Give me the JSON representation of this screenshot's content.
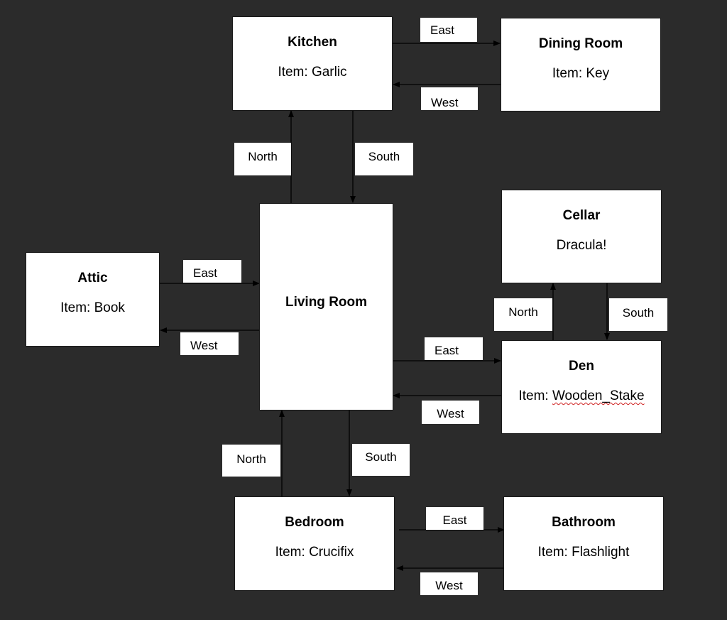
{
  "rooms": {
    "kitchen": {
      "title": "Kitchen",
      "item": "Item: Garlic"
    },
    "dining": {
      "title": "Dining Room",
      "item": "Item: Key"
    },
    "cellar": {
      "title": "Cellar",
      "item": "Dracula!"
    },
    "attic": {
      "title": "Attic",
      "item": "Item: Book"
    },
    "living": {
      "title": "Living Room"
    },
    "den": {
      "title": "Den",
      "item_prefix": "Item: ",
      "item_name": "Wooden_Stake"
    },
    "bedroom": {
      "title": "Bedroom",
      "item": "Item: Crucifix"
    },
    "bathroom": {
      "title": "Bathroom",
      "item": "Item: Flashlight"
    }
  },
  "labels": {
    "kitchen_dining_east": "East",
    "dining_kitchen_west": "West",
    "living_kitchen_north": "North",
    "kitchen_living_south": "South",
    "attic_living_east": "East",
    "living_attic_west": "West",
    "den_cellar_north": "North",
    "cellar_den_south": "South",
    "living_den_east": "East",
    "den_living_west": "West",
    "bedroom_living_north": "North",
    "living_bedroom_south": "South",
    "bedroom_bathroom_east": "East",
    "bathroom_bedroom_west": "West"
  },
  "colors": {
    "background": "#2b2b2b",
    "box": "#ffffff",
    "text": "#000000",
    "spellcheck": "#d02020"
  }
}
